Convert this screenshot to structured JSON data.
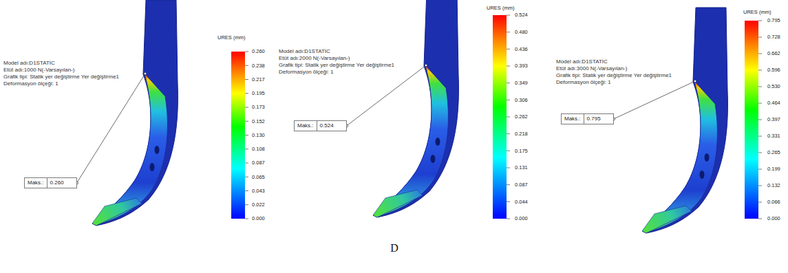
{
  "diagram": {
    "nodes": [
      {
        "text": [
          "Maks.:",
          "0.260"
        ]
      },
      {
        "text": [
          "Maks.:",
          "0.524"
        ]
      },
      {
        "text": [
          "Maks.:",
          "0.795"
        ]
      }
    ],
    "labels": [
      "Model adı:D1STATİC",
      "Etüt adı:1000 N(-Varsayılan-)",
      "Grafik tipi: Statik yer değiştirme Yer değiştirme1",
      "Deformasyon ölçeği: 1",
      "URES (mm)",
      "0.260",
      "0.238",
      "0.217",
      "0.195",
      "0.173",
      "0.152",
      "0.130",
      "0.108",
      "0.087",
      "0.065",
      "0.043",
      "0.022",
      "0.000",
      "Model adı:D1STATİC",
      "Etüt adı:2000 N(-Varsayılan-)",
      "Grafik tipi: Statik yer değiştirme Yer değiştirme1",
      "Deformasyon ölçeği: 1",
      "URES (mm)",
      "0.524",
      "0.480",
      "0.436",
      "0.393",
      "0.349",
      "0.306",
      "0.262",
      "0.218",
      "0.175",
      "0.131",
      "0.087",
      "0.044",
      "0.000",
      "Model adı:D1STATİC",
      "Etüt adı:3000 N(-Varsayılan-)",
      "Grafik tipi: Statik yer değiştirme Yer değiştirme1",
      "Deformasyon ölçeği: 1",
      "URES (mm)",
      "0.795",
      "0.728",
      "0.662",
      "0.596",
      "0.530",
      "0.464",
      "0.397",
      "0.331",
      "0.265",
      "0.199",
      "0.132",
      "0.066",
      "0.000",
      "D"
    ]
  }
}
